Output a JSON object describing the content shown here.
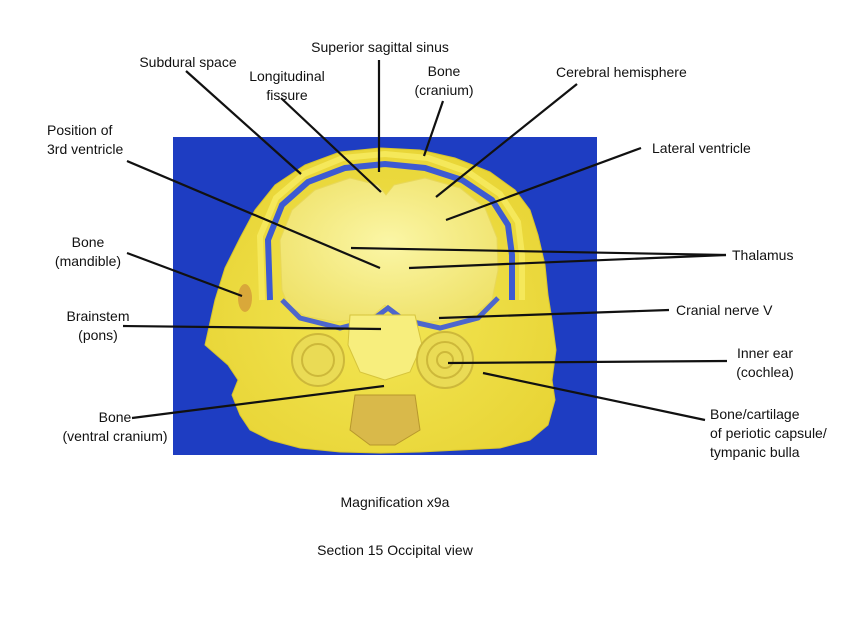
{
  "labels": {
    "superior_sagittal_sinus": "Superior sagittal sinus",
    "subdural_space": "Subdural space",
    "longitudinal_fissure_1": "Longitudinal",
    "longitudinal_fissure_2": "fissure",
    "bone_cranium_1": "Bone",
    "bone_cranium_2": "(cranium)",
    "cerebral_hemisphere": "Cerebral hemisphere",
    "position_3rd_ventricle_1": "Position of",
    "position_3rd_ventricle_2": "3rd ventricle",
    "lateral_ventricle": "Lateral ventricle",
    "bone_mandible_1": "Bone",
    "bone_mandible_2": "(mandible)",
    "thalamus": "Thalamus",
    "brainstem_1": "Brainstem",
    "brainstem_2": "(pons)",
    "cranial_nerve_v": "Cranial nerve V",
    "inner_ear_1": "Inner ear",
    "inner_ear_2": "(cochlea)",
    "bone_ventral_1": "Bone",
    "bone_ventral_2": "(ventral cranium)",
    "bone_cartilage_1": "Bone/cartilage",
    "bone_cartilage_2": "of periotic capsule/",
    "bone_cartilage_3": "tympanic bulla"
  },
  "captions": {
    "magnification": "Magnification x9a",
    "section": "Section 15 Occipital view"
  },
  "colors": {
    "background_blue": "#1f3fc4",
    "tissue_yellow": "#f2e23a",
    "brain_pale": "#f7f08a",
    "ventricle_blue": "#4a63c9",
    "line": "#111111"
  }
}
